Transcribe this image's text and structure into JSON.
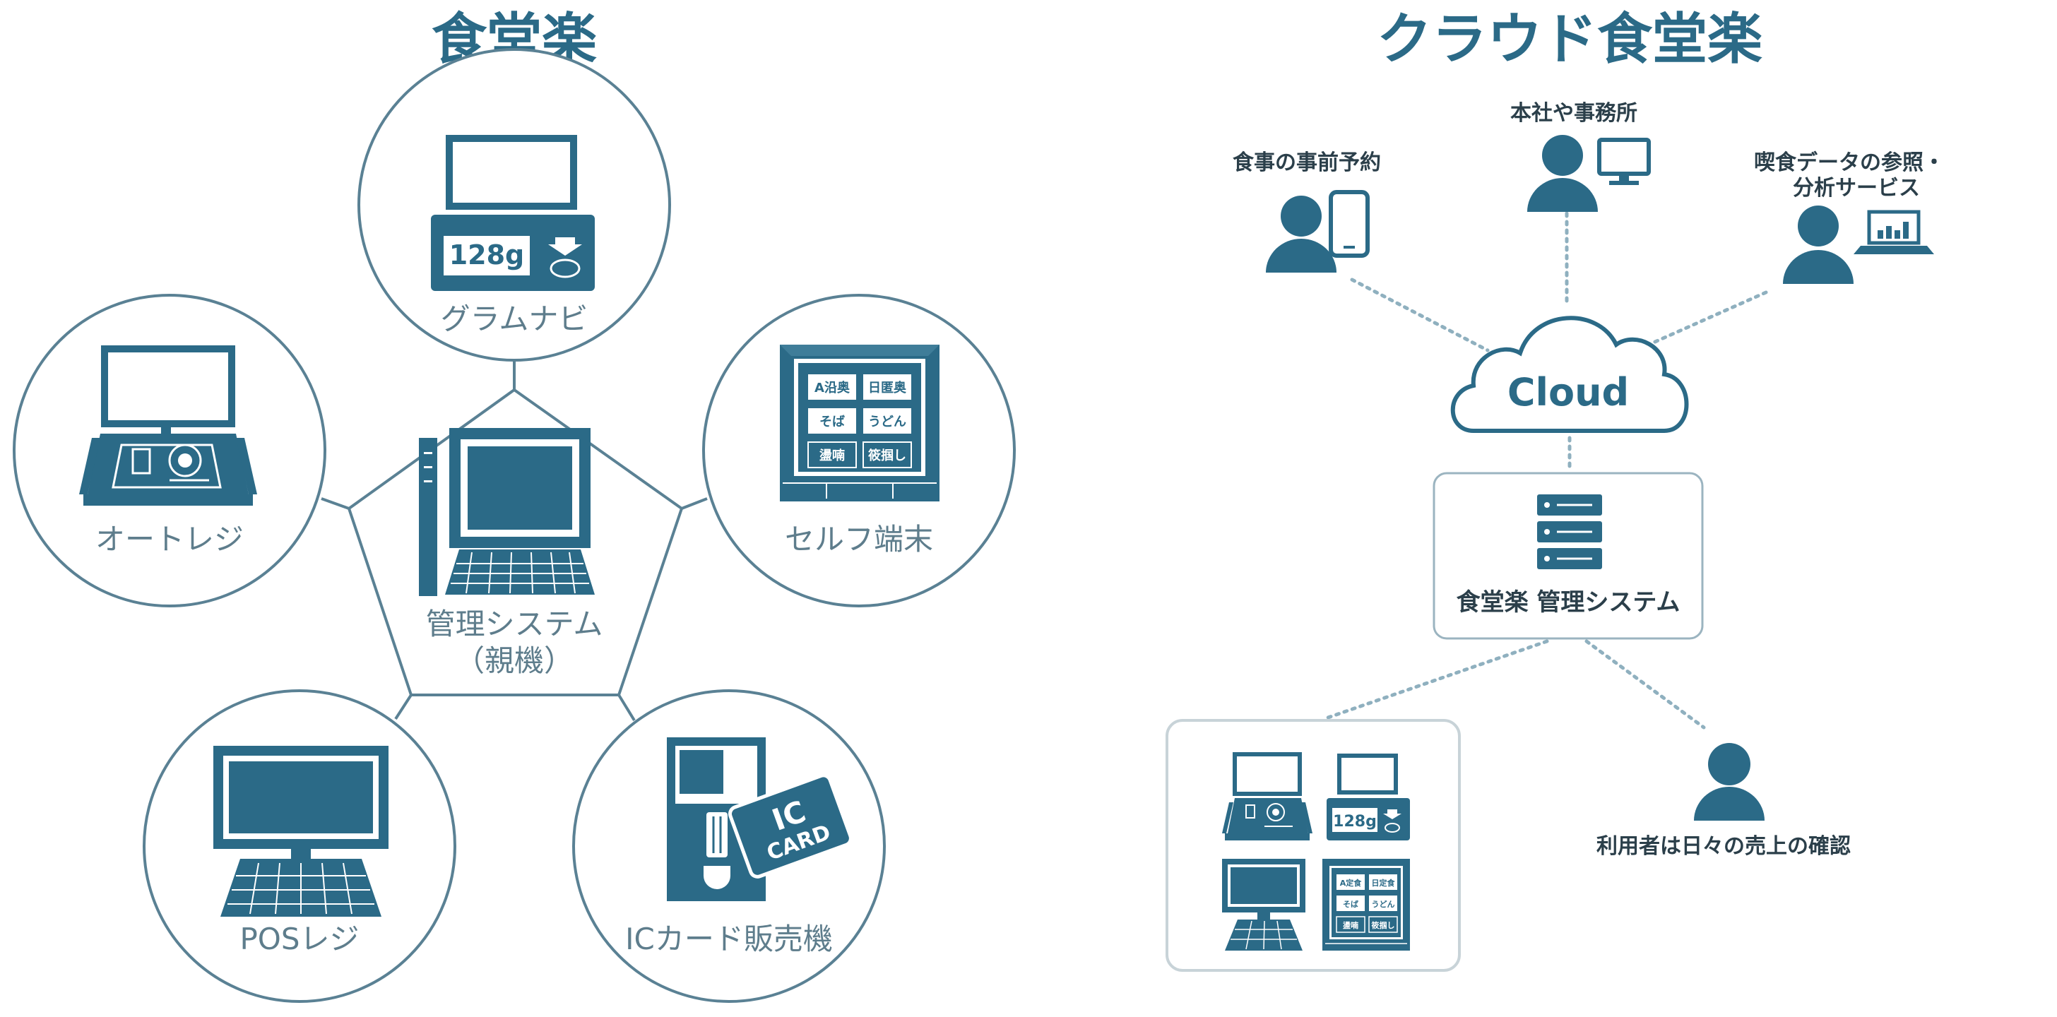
{
  "left": {
    "title": "食堂楽",
    "center_label_line1": "管理システム",
    "center_label_line2": "（親機）",
    "nodes": {
      "gram": {
        "label": "グラムナビ",
        "scale_reading": "128g"
      },
      "order": {
        "label": "オートレジ"
      },
      "self": {
        "label": "セルフ端末",
        "buttons": [
          "A沿奥",
          "日匿奥",
          "そば",
          "うどん",
          "盪喃",
          "筱掴し"
        ]
      },
      "pos": {
        "label": "POSレジ"
      },
      "ic": {
        "label": "ICカード販売機",
        "card_line1": "IC",
        "card_line2": "CARD"
      }
    }
  },
  "right": {
    "title": "クラウド食堂楽",
    "cloud_label": "Cloud",
    "server_label": "食堂楽 管理システム",
    "users": {
      "reserve": {
        "label": "食事の事前予約"
      },
      "office": {
        "label": "本社や事務所"
      },
      "analytics": {
        "label_line1": "喫食データの参照・",
        "label_line2": "分析サービス"
      },
      "owner": {
        "label": "利用者は日々の売上の確認"
      }
    },
    "mini": {
      "scale_reading": "128g",
      "buttons": [
        "A定食",
        "日定食",
        "そば",
        "うどん",
        "盪喃",
        "筱掴し"
      ]
    }
  },
  "colors": {
    "primary": "#2b6a87",
    "outline": "#5a8194",
    "label": "#5e7d8c",
    "dotted": "#8fb0bf"
  }
}
